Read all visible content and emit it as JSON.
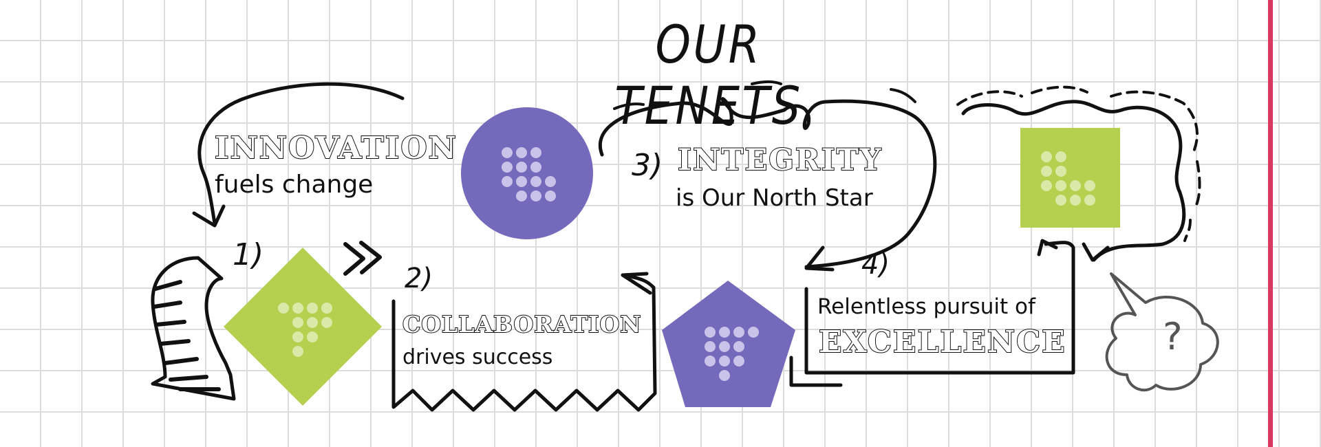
{
  "title": "OUR TENETS",
  "tenets": [
    {
      "number": "",
      "word": "INNOVATION",
      "caption": "fuels change"
    },
    {
      "number": "1)",
      "word": "",
      "caption": ""
    },
    {
      "number": "2)",
      "word": "COLLABORATION",
      "caption": "drives success"
    },
    {
      "number": "3)",
      "word": "INTEGRITY",
      "caption": "is Our North Star"
    },
    {
      "number": "4)",
      "word": "EXCELLENCE",
      "caption": "Relentless pursuit of"
    }
  ],
  "question_mark": "?",
  "colors": {
    "purple": "#7569bb",
    "green": "#b5cf4e",
    "dot_purple": "#c9c3ea",
    "dot_green": "#dbe9a8",
    "margin": "#d9395f",
    "grid": "#dcdcdc"
  }
}
